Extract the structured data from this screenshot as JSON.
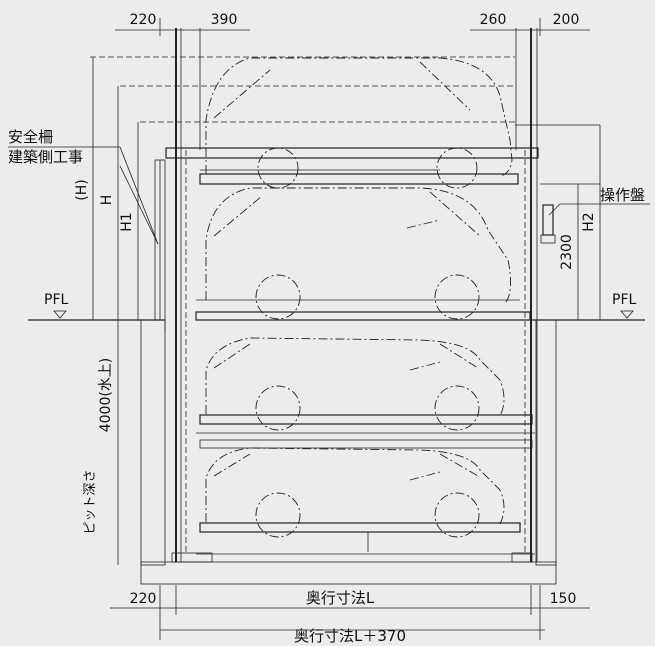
{
  "dimensions": {
    "top_left_a": "220",
    "top_left_b": "390",
    "top_right_a": "260",
    "top_right_b": "200",
    "bottom_left": "220",
    "bottom_right": "150",
    "depth_L": "奥行寸法L",
    "depth_L_370": "奥行寸法L＋370",
    "H_paren": "(H)",
    "H": "H",
    "H1": "H1",
    "H2": "H2",
    "h2300": "2300",
    "pit_depth": "ピット深さ",
    "pit_value": "4000(水上)"
  },
  "labels": {
    "safety_fence": "安全柵",
    "construction_work": "建築側工事",
    "control_panel": "操作盤",
    "pfl_left": "PFL",
    "pfl_right": "PFL"
  }
}
